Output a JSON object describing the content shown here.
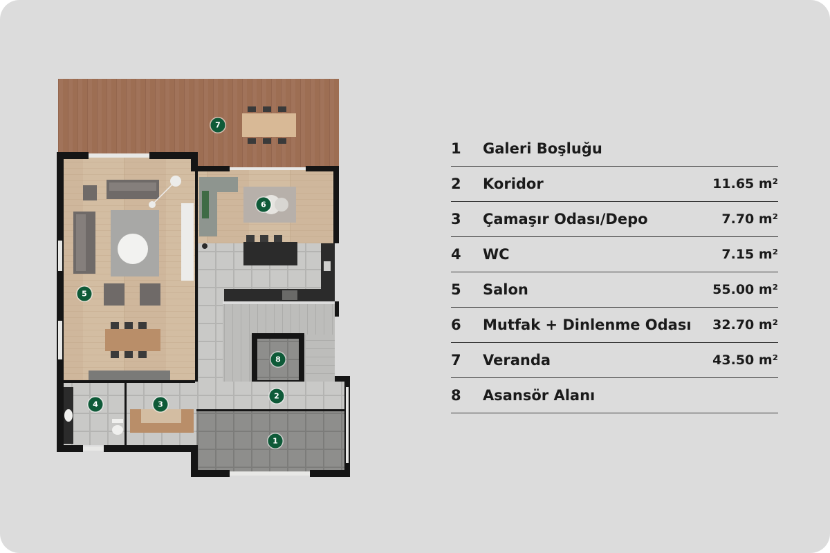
{
  "rooms": [
    {
      "num": "1",
      "name": "Galeri Boşluğu",
      "area": ""
    },
    {
      "num": "2",
      "name": "Koridor",
      "area": "11.65 m²"
    },
    {
      "num": "3",
      "name": "Çamaşır Odası/Depo",
      "area": "7.70 m²"
    },
    {
      "num": "4",
      "name": "WC",
      "area": "7.15 m²"
    },
    {
      "num": "5",
      "name": "Salon",
      "area": "55.00 m²"
    },
    {
      "num": "6",
      "name": "Mutfak + Dinlenme Odası",
      "area": "32.70 m²"
    },
    {
      "num": "7",
      "name": "Veranda",
      "area": "43.50 m²"
    },
    {
      "num": "8",
      "name": "Asansör Alanı",
      "area": ""
    }
  ],
  "colors": {
    "card_background": "#dcdcdc",
    "marker": "#0e5a38",
    "wall": "#151515",
    "deck": "#9a6b50",
    "wood_floor": "#cdb599",
    "tile_floor": "#c7c7c5",
    "dark_tile": "#8f8f8d",
    "counter": "#2b2b2b"
  }
}
